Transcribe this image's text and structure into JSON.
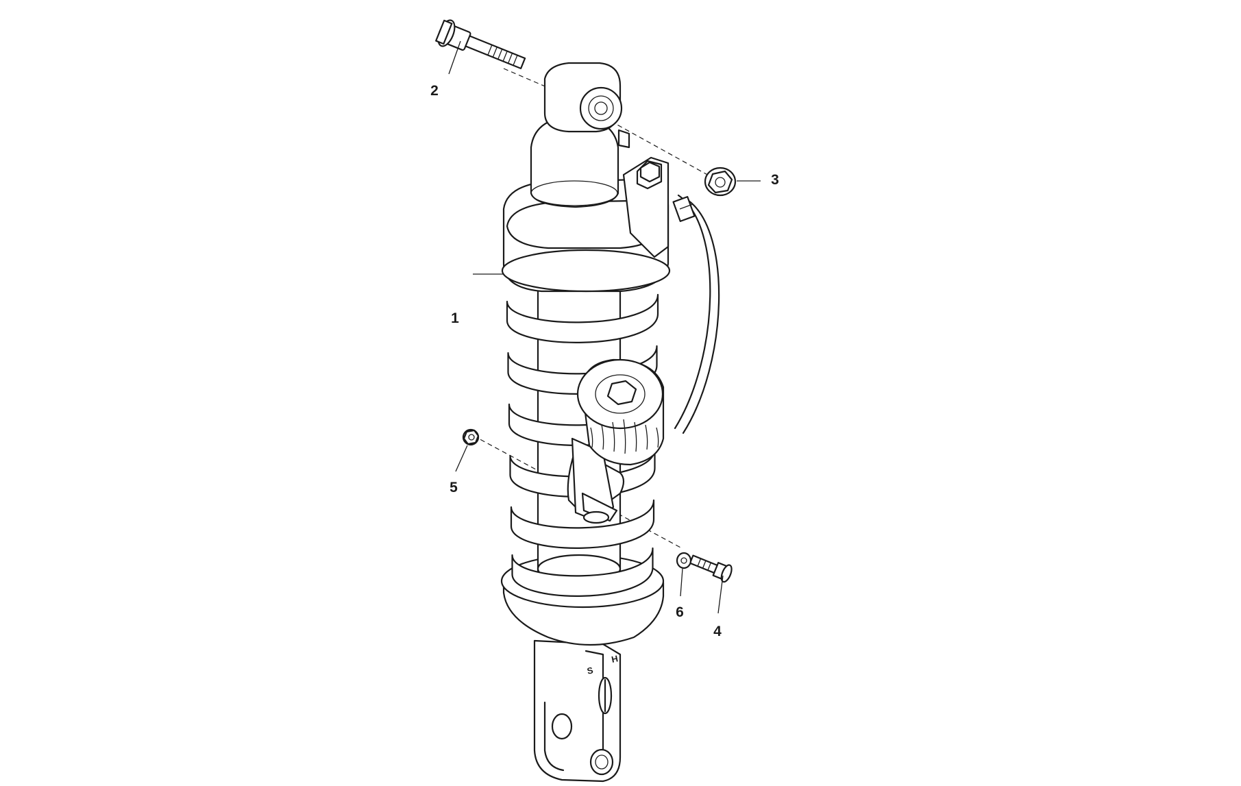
{
  "callouts": [
    {
      "id": "1",
      "label": "1"
    },
    {
      "id": "2",
      "label": "2"
    },
    {
      "id": "3",
      "label": "3"
    },
    {
      "id": "4",
      "label": "4"
    },
    {
      "id": "5",
      "label": "5"
    },
    {
      "id": "6",
      "label": "6"
    }
  ],
  "markings": {
    "s": "S",
    "h": "H"
  }
}
